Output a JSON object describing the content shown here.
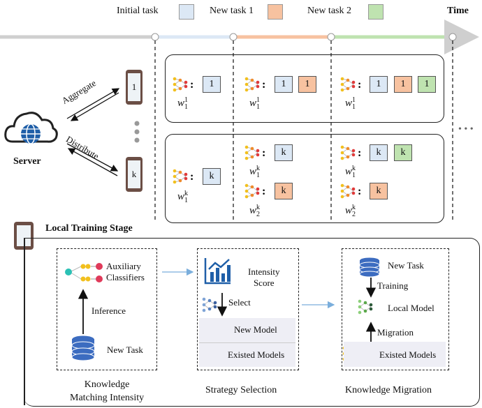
{
  "legend": {
    "initial_task": "Initial task",
    "new_task_1": "New task 1",
    "new_task_2": "New task 2",
    "time": "Time"
  },
  "colors": {
    "initial": "#dce8f5",
    "new1": "#f7c2a0",
    "new2": "#bfe3b0",
    "arrow_blue": "#7aaedc"
  },
  "server": {
    "label": "Server",
    "aggregate": "Aggregate",
    "distribute": "Distribute"
  },
  "clients": {
    "client1": "1",
    "clientk": "k"
  },
  "top_panel": {
    "col1": {
      "box": "1",
      "w": "w",
      "sub": "1",
      "sup": "1"
    },
    "col2": {
      "boxes": [
        "1",
        "1"
      ],
      "w": "w",
      "sub": "1",
      "sup": "1"
    },
    "col3": {
      "boxes": [
        "1",
        "1",
        "1"
      ],
      "w": "w",
      "sub": "1",
      "sup": "1"
    }
  },
  "bottom_panel": {
    "col1": {
      "box": "k",
      "w": "w",
      "sub": "1",
      "sup": "k"
    },
    "col2": {
      "box1": "k",
      "box2": "k",
      "w1_sub": "1",
      "w2_sub": "2",
      "sup": "k"
    },
    "col3": {
      "box1a": "k",
      "box1b": "k",
      "box2": "k",
      "w1_sub": "1",
      "w2_sub": "2",
      "sup": "k"
    }
  },
  "local": {
    "title": "Local Training Stage",
    "step1": {
      "aux": "Auxiliary\nClassifiers",
      "inference": "Inference",
      "new_task": "New Task",
      "caption": "Knowledge\nMatching Intensity"
    },
    "step2": {
      "score": "Intensity\nScore",
      "select": "Select",
      "new_model": "New Model",
      "existed": "Existed Models",
      "caption": "Strategy Selection"
    },
    "step3": {
      "new_task": "New Task",
      "training": "Training",
      "local_model": "Local Model",
      "migration": "Migration",
      "existed": "Existed Models",
      "caption": "Knowledge Migration"
    }
  },
  "ellipsis": "• • •"
}
